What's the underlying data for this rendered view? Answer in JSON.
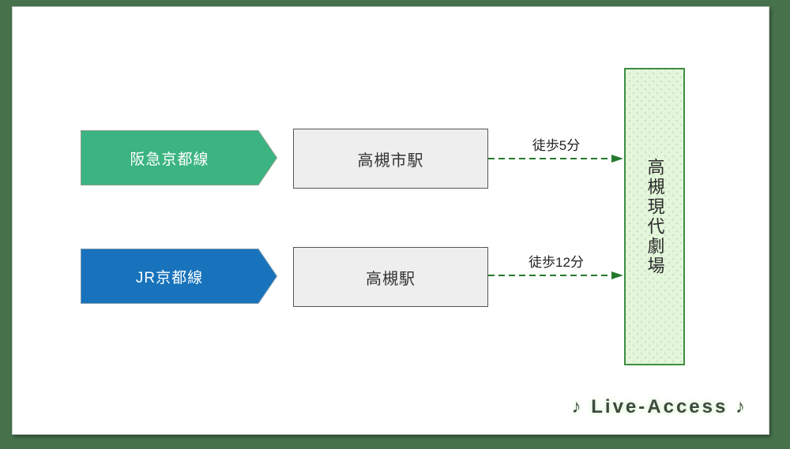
{
  "colors": {
    "frame_green": "#47724c",
    "hankyu_green": "#3cb482",
    "jr_blue": "#1873bc",
    "station_gray": "#eeeeee",
    "station_border": "#555555",
    "arrow_green": "#267a2e",
    "theater_fill": "#e4f6dc",
    "theater_dot": "#c5e5bb",
    "theater_border": "#3e8e41",
    "text_dark": "#333333",
    "watermark_color": "#3c4a3e",
    "watermark_glow": "#e4f6dc"
  },
  "routes": [
    {
      "line_label": "阪急京都線",
      "line_color": "#3cb482",
      "station_label": "高槻市駅",
      "walk_label": "徒歩5分"
    },
    {
      "line_label": "JR京都線",
      "line_color": "#1873bc",
      "station_label": "高槻駅",
      "walk_label": "徒歩12分"
    }
  ],
  "destination": {
    "label": "高槻現代劇場"
  },
  "watermark": {
    "text": "♪ Live-Access ♪"
  }
}
